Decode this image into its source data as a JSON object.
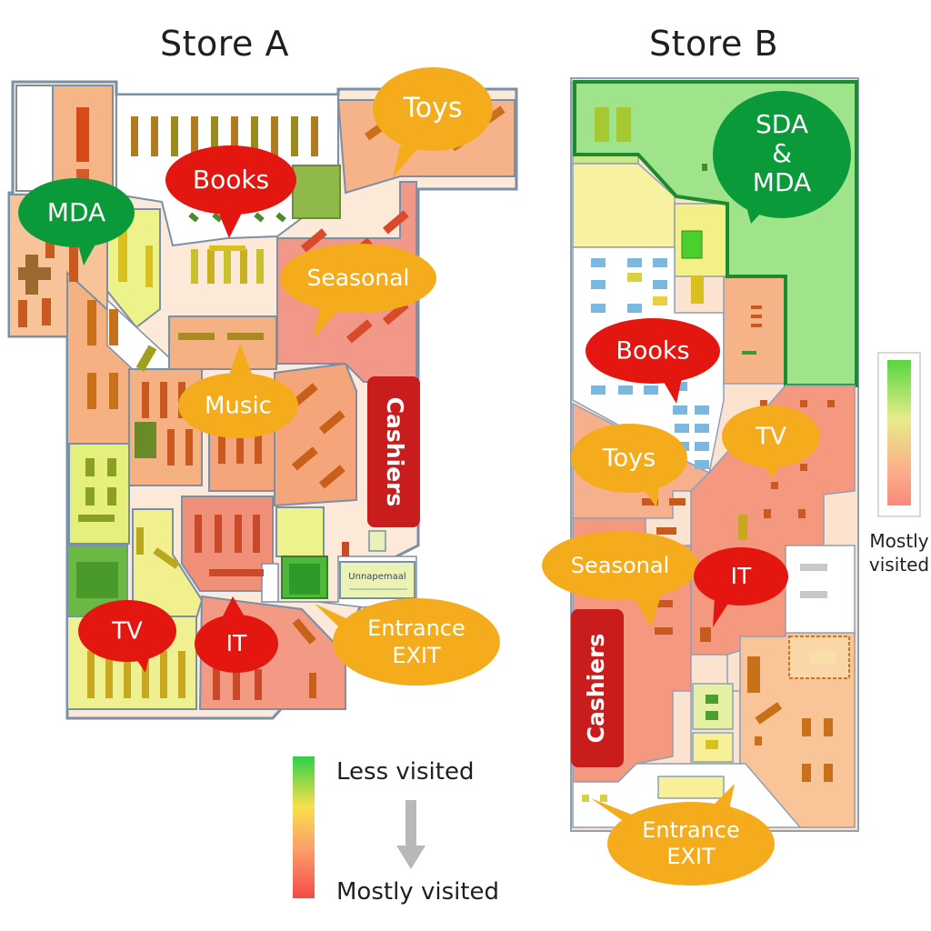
{
  "titles": {
    "store_a": "Store A",
    "store_b": "Store B"
  },
  "legend": {
    "top_label": "Less visited",
    "bottom_label": "Mostly visited",
    "side_label": [
      "Mostly",
      "visited"
    ],
    "colors": {
      "least": "#2ed04a",
      "mid": "#f7e04b",
      "warm": "#fba06a",
      "most": "#f34b48"
    }
  },
  "heat_colors": {
    "cool": "#9de08a",
    "green": "#4fb83a",
    "lime": "#e9f27a",
    "yellow": "#f7f0a0",
    "peach": "#f9c89a",
    "orange": "#f6a77a",
    "salmon": "#f2967e",
    "red": "#ef7a6f"
  },
  "store_a": {
    "callouts": [
      {
        "id": "toys",
        "label": "Toys",
        "kind": "orange"
      },
      {
        "id": "books",
        "label": "Books",
        "kind": "red"
      },
      {
        "id": "mda",
        "label": "MDA",
        "kind": "green"
      },
      {
        "id": "seasonal",
        "label": "Seasonal",
        "kind": "orange"
      },
      {
        "id": "music",
        "label": "Music",
        "kind": "orange"
      },
      {
        "id": "tv",
        "label": "TV",
        "kind": "red"
      },
      {
        "id": "it",
        "label": "IT",
        "kind": "red"
      },
      {
        "id": "entrance",
        "label": "Entrance",
        "label2": "EXIT",
        "kind": "orange"
      }
    ],
    "cashiers_label": "Cashiers",
    "sign_label": "Unnapemaal"
  },
  "store_b": {
    "callouts": [
      {
        "id": "sda",
        "label": "SDA",
        "label2": "&",
        "label3": "MDA",
        "kind": "green"
      },
      {
        "id": "books",
        "label": "Books",
        "kind": "red"
      },
      {
        "id": "toys",
        "label": "Toys",
        "kind": "orange"
      },
      {
        "id": "tv",
        "label": "TV",
        "kind": "orange"
      },
      {
        "id": "seasonal",
        "label": "Seasonal",
        "kind": "orange"
      },
      {
        "id": "it",
        "label": "IT",
        "kind": "red"
      },
      {
        "id": "entrance",
        "label": "Entrance",
        "label2": "EXIT",
        "kind": "orange"
      }
    ],
    "cashiers_label": "Cashiers"
  }
}
